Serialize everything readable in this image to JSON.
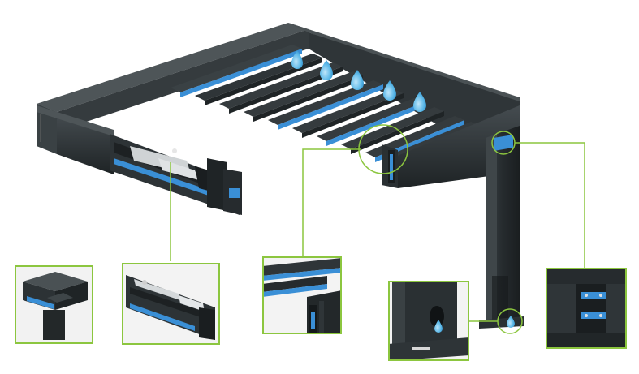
{
  "colors": {
    "frame": "#2b3033",
    "frame_dark": "#1a1e20",
    "frame_light": "#4a5154",
    "accent_blue": "#3a8fd6",
    "water": "#5bb8e8",
    "callout_green": "#8cc63f",
    "background": "#ffffff"
  },
  "illustration": {
    "subject": "aluminium-pergola-drainage-system",
    "water_drops": 6,
    "louvers": 10
  },
  "callouts": [
    {
      "id": "corner-post-joint"
    },
    {
      "id": "louver-actuator"
    },
    {
      "id": "gutter-profile-section"
    },
    {
      "id": "post-drain-outlet"
    },
    {
      "id": "post-bracket-connection"
    }
  ]
}
